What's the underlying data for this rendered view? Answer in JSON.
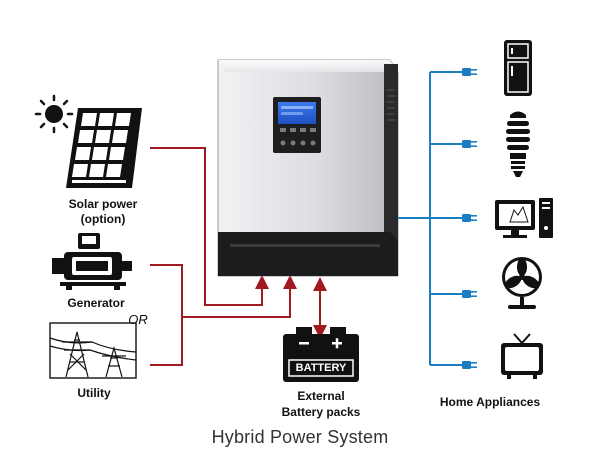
{
  "diagram": {
    "title": "Hybrid Power System",
    "sources": {
      "solar_label_line1": "Solar power",
      "solar_label_line2": "(option)",
      "generator_label": "Generator",
      "or_label": "OR",
      "utility_label": "Utility"
    },
    "battery": {
      "device_text": "BATTERY",
      "label_line1": "External",
      "label_line2": "Battery packs"
    },
    "loads": {
      "label": "Home Appliances",
      "items": [
        "refrigerator",
        "lamp",
        "computer",
        "fan",
        "television"
      ]
    },
    "colors": {
      "source_line": "#a01820",
      "load_line": "#1a7fc1",
      "inverter_body": "#d9dadd",
      "inverter_panel": "#1c1c1e",
      "lcd": "#2b5fd6"
    },
    "icons": [
      "sun-icon",
      "solar-panel-icon",
      "generator-icon",
      "utility-tower-icon",
      "battery-icon",
      "refrigerator-icon",
      "lamp-icon",
      "computer-icon",
      "fan-icon",
      "tv-icon",
      "plug-icon"
    ]
  }
}
